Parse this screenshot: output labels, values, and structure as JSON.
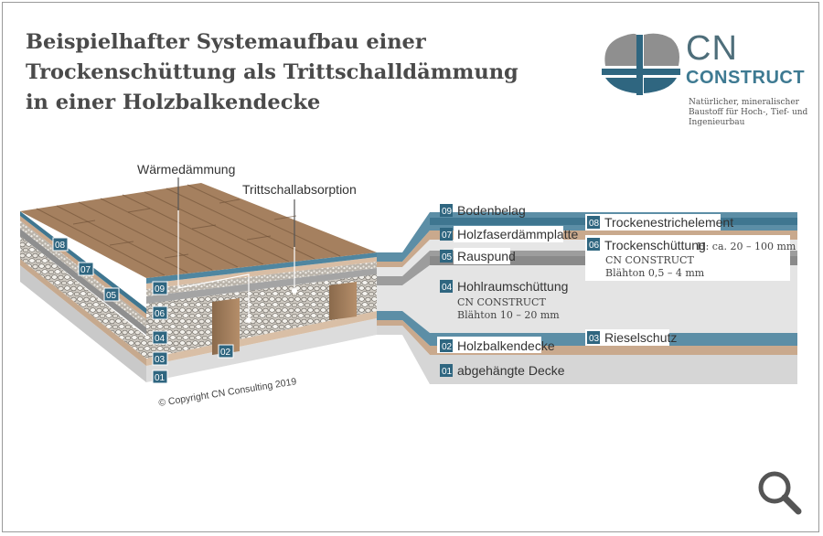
{
  "title": {
    "line1": "Beispielhafter Systemaufbau einer",
    "line2": "Trockenschüttung als Trittschalldämmung",
    "line3": "in einer Holzbalkendecke"
  },
  "logo": {
    "cn": "CN",
    "construct": "CONSTRUCT",
    "tagline1": "Natürlicher, mineralischer",
    "tagline2": "Baustoff für Hoch-, Tief- und",
    "tagline3": "Ingenieurbau"
  },
  "callouts": {
    "waermedaemmung": "Wärmedämmung",
    "trittschall": "Trittschallabsorption",
    "copyright": "© Copyright CN Consulting 2019"
  },
  "block_numbers": [
    "08",
    "07",
    "05",
    "09",
    "06",
    "04",
    "03",
    "02",
    "01"
  ],
  "layers": [
    {
      "num": "09",
      "label": "Bodenbelag"
    },
    {
      "num": "08",
      "label": "Trockenestrichelement"
    },
    {
      "num": "07",
      "label": "Holzfaserdämmplatte"
    },
    {
      "num": "06",
      "label": "Trockenschüttung",
      "extra": "H: ca. 20 – 100 mm",
      "sub1": "CN CONSTRUCT",
      "sub2": "Blähton 0,5 – 4 mm"
    },
    {
      "num": "05",
      "label": "Rauspund"
    },
    {
      "num": "04",
      "label": "Hohlraumschüttung",
      "sub1": "CN CONSTRUCT",
      "sub2": "Blähton 10 – 20 mm"
    },
    {
      "num": "03",
      "label": "Rieselschutz"
    },
    {
      "num": "02",
      "label": "Holzbalkendecke"
    },
    {
      "num": "01",
      "label": "abgehängte Decke"
    }
  ],
  "colors": {
    "badge": "#2f6680",
    "accent_blue": "#4b7d96",
    "wood": "#a87f5c",
    "tan": "#c9a98d",
    "gray_light": "#e8e8e8",
    "gray_mid": "#d2d2d2",
    "gray_dark": "#b4b4b4",
    "text": "#4a4a4a"
  },
  "icons": {
    "search": "magnifier-icon"
  }
}
